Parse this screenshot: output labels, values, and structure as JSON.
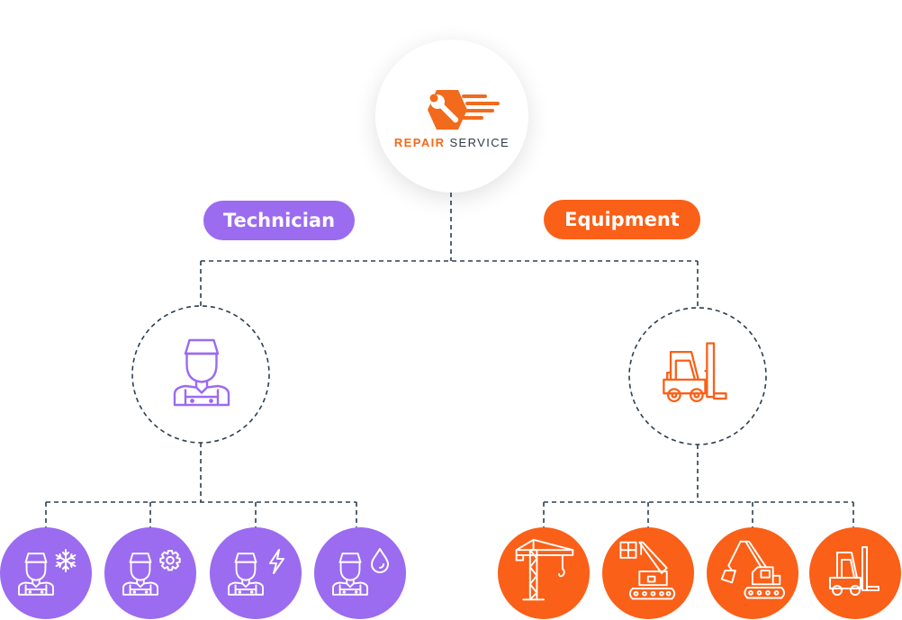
{
  "logo": {
    "word1": "REPAIR",
    "word2": "SERVICE",
    "icon": "wrench-hexagon-icon",
    "colors": {
      "orange": "#f26a1b",
      "dark": "#2f3a45"
    }
  },
  "branches": [
    {
      "label": "Technician",
      "color": "#9b6bf0",
      "hub_icon": "technician-icon",
      "children": [
        "technician-snowflake-icon",
        "technician-gear-icon",
        "technician-lightning-icon",
        "technician-water-drop-icon"
      ]
    },
    {
      "label": "Equipment",
      "color": "#fa6018",
      "hub_icon": "forklift-icon",
      "children": [
        "tower-crane-icon",
        "crawler-crane-icon",
        "excavator-icon",
        "small-forklift-icon"
      ]
    }
  ],
  "connector_color": "#2c3e50"
}
